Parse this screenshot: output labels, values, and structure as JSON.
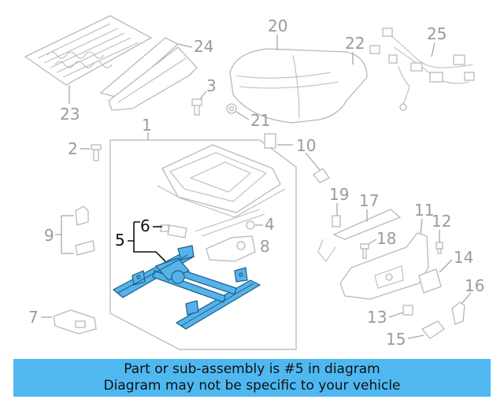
{
  "banner": {
    "line1": "Part or sub-assembly is #5 in diagram",
    "line2": "Diagram may not be specific to your vehicle",
    "color": "#4fb8f0"
  },
  "highlight": {
    "part": "5",
    "color": "#55b3ea"
  },
  "callouts": {
    "c1": "1",
    "c2": "2",
    "c3": "3",
    "c4": "4",
    "c5": "5",
    "c6": "6",
    "c7": "7",
    "c8": "8",
    "c9": "9",
    "c10": "10",
    "c11": "11",
    "c12": "12",
    "c13": "13",
    "c14": "14",
    "c15": "15",
    "c16": "16",
    "c17": "17",
    "c18": "18",
    "c19": "19",
    "c20": "20",
    "c21": "21",
    "c22": "22",
    "c23": "23",
    "c24": "24",
    "c25": "25"
  }
}
